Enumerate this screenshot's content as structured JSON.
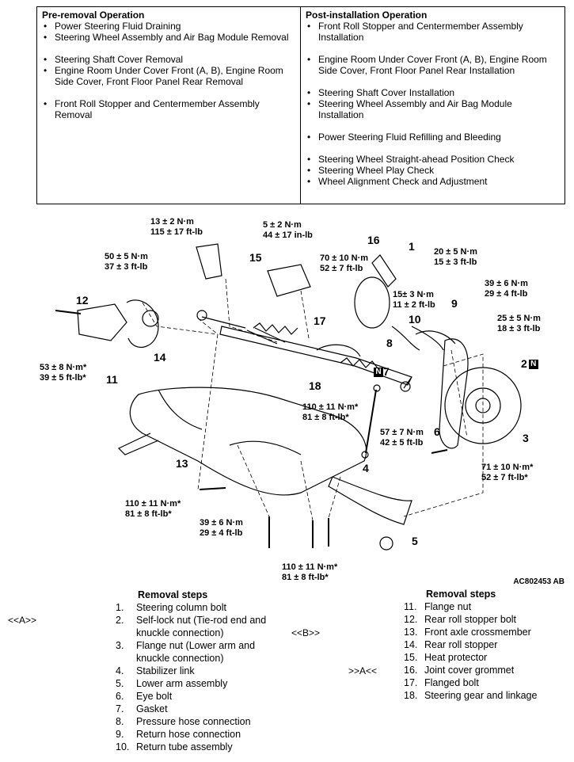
{
  "pre_removal": {
    "title": "Pre-removal Operation",
    "items": [
      "Power Steering Fluid Draining",
      "Steering Wheel Assembly and Air Bag Module Removal",
      "Steering Shaft Cover Removal",
      "Engine Room Under Cover Front (A, B), Engine Room Side Cover, Front Floor Panel Rear Removal",
      "Front Roll Stopper and Centermember Assembly Removal"
    ]
  },
  "post_installation": {
    "title": "Post-installation Operation",
    "items": [
      "Front Roll Stopper and Centermember Assembly Installation",
      "Engine Room Under Cover Front (A, B), Engine Room Side Cover, Front Floor Panel Rear Installation",
      "Steering Shaft Cover Installation",
      "Steering Wheel Assembly and Air Bag Module Installation",
      "Power Steering Fluid Refilling and Bleeding",
      "Steering Wheel Straight-ahead Position Check",
      "Steering Wheel Play Check",
      "Wheel Alignment Check and Adjustment"
    ]
  },
  "torques": {
    "t13": [
      "13 ± 2 N·m",
      "115 ± 17 ft-lb"
    ],
    "t5": [
      "5 ± 2 N·m",
      "44 ± 17 in-lb"
    ],
    "t50": [
      "50 ± 5 N·m",
      "37 ± 3 ft-lb"
    ],
    "t70": [
      "70 ± 10 N·m",
      "52 ± 7 ft-lb"
    ],
    "t20": [
      "20 ± 5 N·m",
      "15 ± 3 ft-lb"
    ],
    "t15": [
      "15± 3 N·m",
      "11 ± 2 ft-lb"
    ],
    "t39a": [
      "39 ± 6 N·m",
      "29 ± 4 ft-lb"
    ],
    "t25": [
      "25 ± 5 N·m",
      "18 ± 3 ft-lb"
    ],
    "t53": [
      "53 ± 8 N·m*",
      "39 ± 5 ft-lb*"
    ],
    "t110a": [
      "110 ± 11 N·m*",
      "81 ± 8 ft-lb*"
    ],
    "t57": [
      "57 ± 7 N·m",
      "42 ± 5 ft-lb"
    ],
    "t71": [
      "71 ± 10 N·m*",
      "52 ± 7 ft-lb*"
    ],
    "t110b": [
      "110 ± 11 N·m*",
      "81 ± 8 ft-lb*"
    ],
    "t39b": [
      "39 ± 6 N·m",
      "29 ± 4 ft-lb"
    ],
    "t110c": [
      "110 ± 11 N·m*",
      "81 ± 8 ft-lb*"
    ]
  },
  "callouts": [
    "1",
    "2",
    "3",
    "4",
    "5",
    "6",
    "7",
    "8",
    "9",
    "10",
    "11",
    "12",
    "13",
    "14",
    "15",
    "16",
    "17",
    "18"
  ],
  "badge": "N",
  "figure_code": "AC802453 AB",
  "removal_title": "Removal steps",
  "steps_left": [
    {
      "num": "1.",
      "text": "Steering column bolt"
    },
    {
      "num": "2.",
      "text": "Self-lock nut (Tie-rod end and knuckle connection)"
    },
    {
      "num": "3.",
      "text": "Flange nut (Lower arm and knuckle connection)"
    },
    {
      "num": "4.",
      "text": "Stabilizer link"
    },
    {
      "num": "5.",
      "text": "Lower arm assembly"
    },
    {
      "num": "6.",
      "text": "Eye bolt"
    },
    {
      "num": "7.",
      "text": "Gasket"
    },
    {
      "num": "8.",
      "text": "Pressure hose connection"
    },
    {
      "num": "9.",
      "text": "Return hose connection"
    },
    {
      "num": "10.",
      "text": "Return tube assembly"
    }
  ],
  "steps_right": [
    {
      "num": "11.",
      "text": "Flange nut"
    },
    {
      "num": "12.",
      "text": "Rear roll stopper bolt"
    },
    {
      "num": "13.",
      "text": "Front axle crossmember"
    },
    {
      "num": "14.",
      "text": "Rear roll stopper"
    },
    {
      "num": "15.",
      "text": "Heat protector"
    },
    {
      "num": "16.",
      "text": "Joint cover grommet"
    },
    {
      "num": "17.",
      "text": "Flanged bolt"
    },
    {
      "num": "18.",
      "text": "Steering gear and linkage"
    }
  ],
  "marks": {
    "a": "<<A>>",
    "b": "<<B>>",
    "a_install": ">>A<<"
  }
}
